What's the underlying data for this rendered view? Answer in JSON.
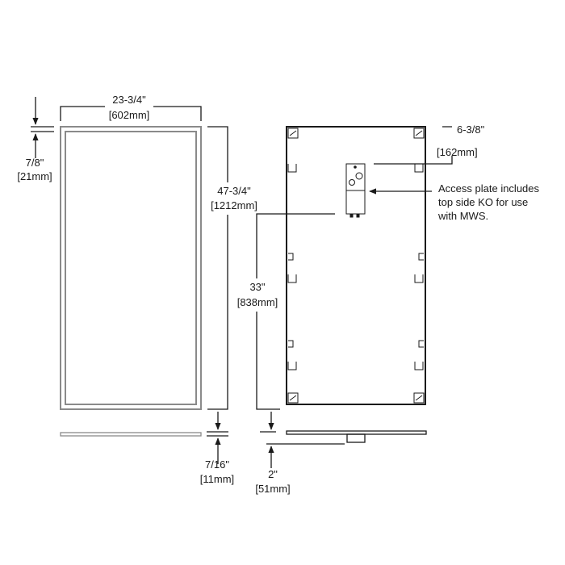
{
  "front_view": {
    "width_in": "23-3/4\"",
    "width_mm": "[602mm]",
    "height_in": "47-3/4\"",
    "height_mm": "[1212mm]",
    "frame_in": "7/8\"",
    "frame_mm": "[21mm]",
    "depth_in": "7/16\"",
    "depth_mm": "[11mm]"
  },
  "back_view": {
    "plate_offset_in": "6-3/8\"",
    "plate_offset_mm": "[162mm]",
    "plate_position_in": "33\"",
    "plate_position_mm": "[838mm]",
    "depth_in": "2\"",
    "depth_mm": "[51mm]",
    "note_lines": [
      "Access plate includes",
      "top side KO for use",
      "with MWS."
    ]
  }
}
